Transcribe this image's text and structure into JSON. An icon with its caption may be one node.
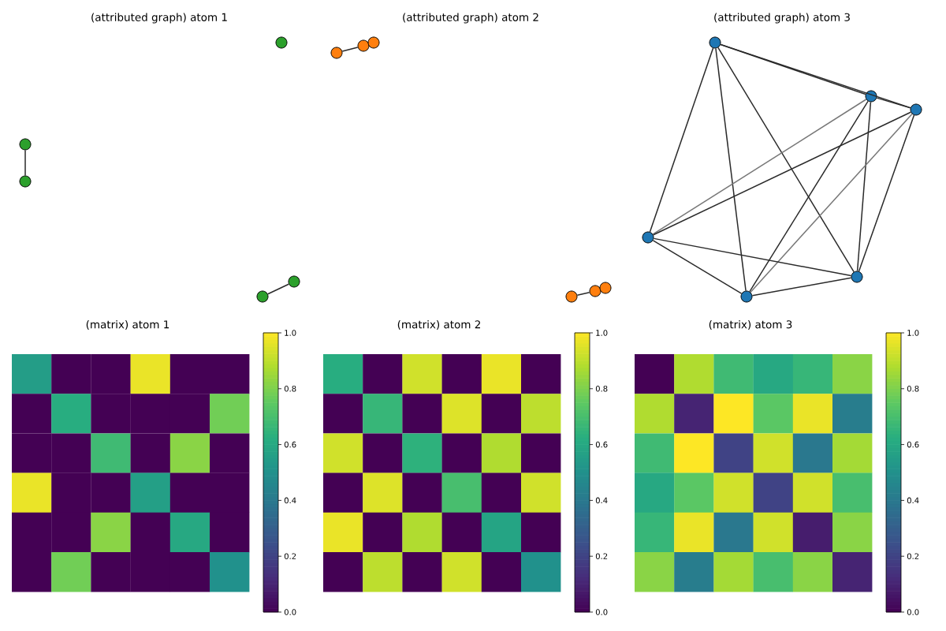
{
  "diagram": {
    "nodes": [
      {
        "text": [],
        "shape": "circle"
      },
      {
        "text": [],
        "shape": "circle"
      },
      {
        "text": [],
        "shape": "circle"
      },
      {
        "text": [],
        "shape": "circle"
      },
      {
        "text": [],
        "shape": "circle"
      },
      {
        "text": [],
        "shape": "circle"
      },
      {
        "text": [],
        "shape": "circle"
      },
      {
        "text": [],
        "shape": "circle"
      },
      {
        "text": [],
        "shape": "circle"
      },
      {
        "text": [],
        "shape": "circle"
      },
      {
        "text": [],
        "shape": "circle"
      },
      {
        "text": [],
        "shape": "circle"
      },
      {
        "text": [],
        "shape": "circle"
      },
      {
        "text": [],
        "shape": "circle"
      },
      {
        "text": [],
        "shape": "circle"
      },
      {
        "text": [],
        "shape": "circle"
      },
      {
        "text": [],
        "shape": "circle"
      }
    ],
    "edges": [
      {
        "from": 0,
        "to": 1,
        "arrow": "none"
      },
      {
        "from": 2,
        "to": 4,
        "arrow": "none"
      },
      {
        "from": 5,
        "to": 6,
        "arrow": "none"
      },
      {
        "from": 8,
        "to": 9,
        "arrow": "none"
      },
      {
        "from": 12,
        "to": 15,
        "arrow": "none"
      },
      {
        "from": 12,
        "to": 16,
        "arrow": "none"
      },
      {
        "from": 15,
        "to": 16,
        "arrow": "none"
      },
      {
        "from": 12,
        "to": 11,
        "arrow": "none"
      },
      {
        "from": 12,
        "to": 13,
        "arrow": "none"
      },
      {
        "from": 12,
        "to": 14,
        "arrow": "none"
      },
      {
        "from": 15,
        "to": 11,
        "arrow": "none",
        "color": "#777777"
      },
      {
        "from": 15,
        "to": 13,
        "arrow": "none"
      },
      {
        "from": 15,
        "to": 14,
        "arrow": "none"
      },
      {
        "from": 16,
        "to": 11,
        "arrow": "none"
      },
      {
        "from": 16,
        "to": 13,
        "arrow": "none",
        "color": "#777777"
      },
      {
        "from": 16,
        "to": 14,
        "arrow": "none"
      },
      {
        "from": 11,
        "to": 13,
        "arrow": "none"
      },
      {
        "from": 11,
        "to": 14,
        "arrow": "none"
      },
      {
        "from": 13,
        "to": 14,
        "arrow": "none"
      }
    ],
    "labels": [
      "(attributed graph) atom 1",
      "(attributed graph) atom 2",
      "(attributed graph) atom 3",
      "(matrix) atom 1",
      "(matrix) atom 2",
      "(matrix) atom 3",
      "1.0",
      "0.8",
      "0.6",
      "0.4",
      "0.2",
      "0.0",
      "1.0",
      "0.8",
      "0.6",
      "0.4",
      "0.2",
      "0.0",
      "1.0",
      "0.8",
      "0.6",
      "0.4",
      "0.2",
      "0.0"
    ]
  }
}
